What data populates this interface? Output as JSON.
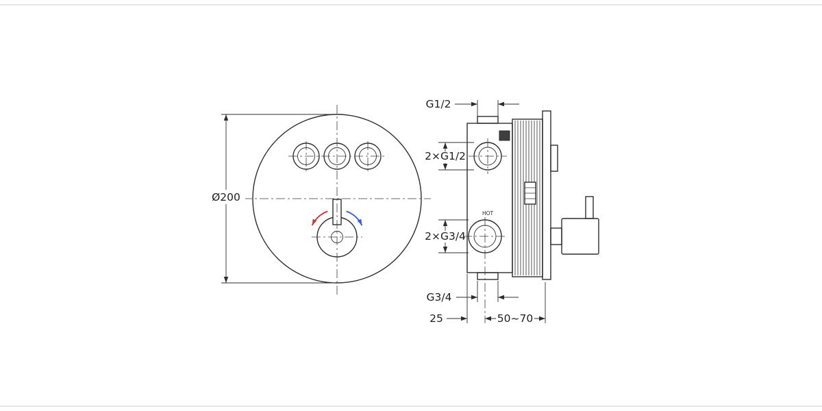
{
  "drawing": {
    "front_view": {
      "diameter_label": "Ø200"
    },
    "side_view": {
      "top_port_label": "G1/2",
      "side_inlet_top_label": "2×G1/2",
      "side_inlet_bottom_label": "2×G3/4",
      "bottom_port_label": "G3/4",
      "hot_label": "HOT",
      "offset_label": "25",
      "depth_range_label": "50~70"
    },
    "colors": {
      "hot": "#c43b3b",
      "cold": "#3a5fc8",
      "line": "#2d2d2d"
    }
  }
}
